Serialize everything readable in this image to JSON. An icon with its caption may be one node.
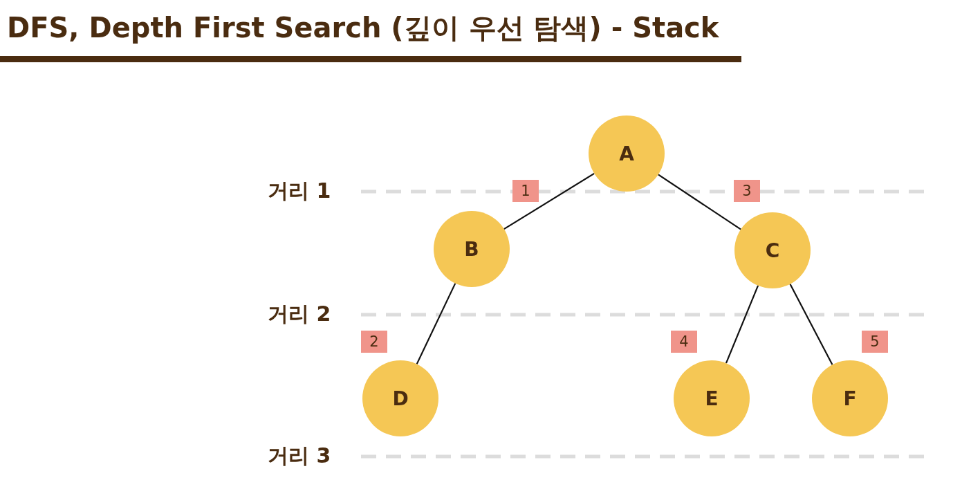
{
  "diagram": {
    "title": "DFS, Depth First Search (깊이 우선 탐색) - Stack",
    "nodes": [
      {
        "text": [
          "A"
        ]
      },
      {
        "text": [
          "B"
        ]
      },
      {
        "text": [
          "C"
        ]
      },
      {
        "text": [
          "D"
        ]
      },
      {
        "text": [
          "E"
        ]
      },
      {
        "text": [
          "F"
        ]
      }
    ],
    "edges": [
      {
        "from": 0,
        "to": 1,
        "arrow": "none",
        "label": "1"
      },
      {
        "from": 1,
        "to": 3,
        "arrow": "none",
        "label": "2"
      },
      {
        "from": 0,
        "to": 2,
        "arrow": "none",
        "label": "3"
      },
      {
        "from": 2,
        "to": 4,
        "arrow": "none",
        "label": "4"
      },
      {
        "from": 2,
        "to": 5,
        "arrow": "none",
        "label": "5"
      }
    ],
    "labels": [
      "거리 1",
      "거리 2",
      "거리 3"
    ]
  }
}
